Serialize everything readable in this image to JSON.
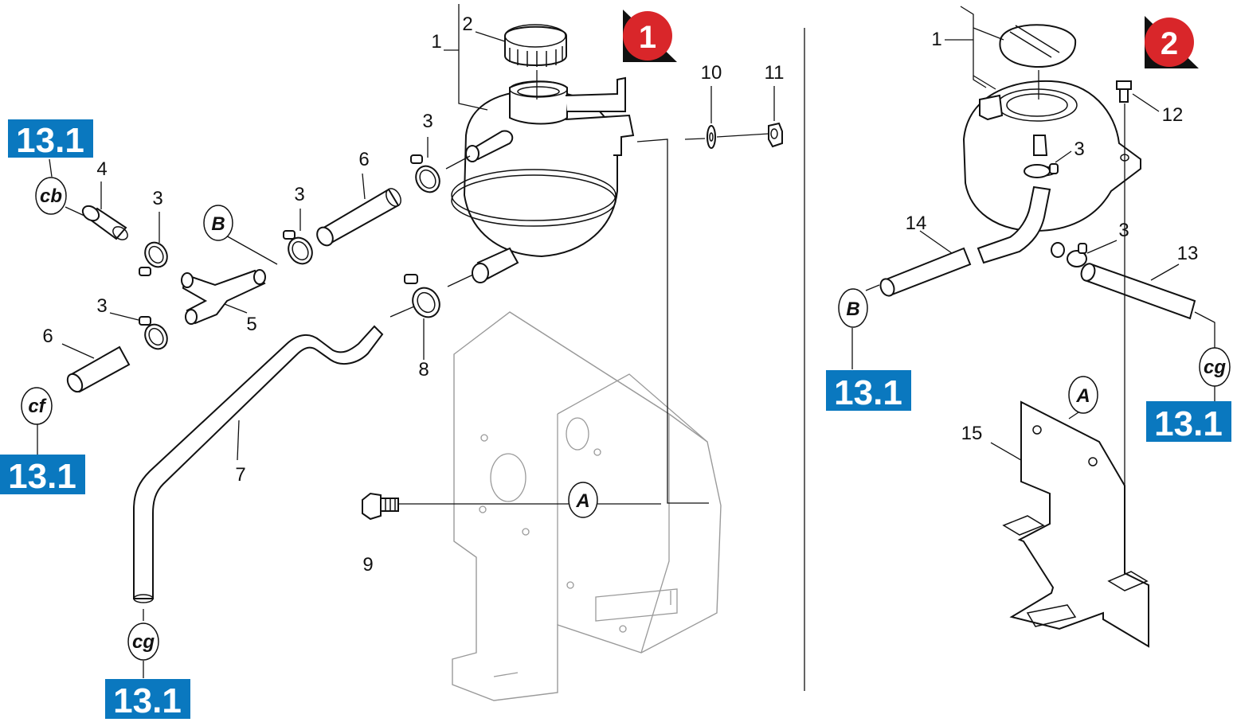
{
  "views": [
    {
      "id": "view-1",
      "marker": "1",
      "part_labels": [
        {
          "key": "p1",
          "text": "1"
        },
        {
          "key": "p2",
          "text": "2"
        },
        {
          "key": "p3a",
          "text": "3"
        },
        {
          "key": "p3b",
          "text": "3"
        },
        {
          "key": "p3c",
          "text": "3"
        },
        {
          "key": "p3d",
          "text": "3"
        },
        {
          "key": "p4",
          "text": "4"
        },
        {
          "key": "p5",
          "text": "5"
        },
        {
          "key": "p6a",
          "text": "6"
        },
        {
          "key": "p6b",
          "text": "6"
        },
        {
          "key": "p7",
          "text": "7"
        },
        {
          "key": "p8",
          "text": "8"
        },
        {
          "key": "p9",
          "text": "9"
        },
        {
          "key": "p10",
          "text": "10"
        },
        {
          "key": "p11",
          "text": "11"
        }
      ],
      "connectors": [
        {
          "key": "cb",
          "text": "cb"
        },
        {
          "key": "cf",
          "text": "cf"
        },
        {
          "key": "cg",
          "text": "cg"
        },
        {
          "key": "B",
          "text": "B"
        },
        {
          "key": "A",
          "text": "A"
        }
      ],
      "section_refs": [
        {
          "key": "ref-cb",
          "text": "13.1"
        },
        {
          "key": "ref-cf",
          "text": "13.1"
        },
        {
          "key": "ref-cg",
          "text": "13.1"
        }
      ]
    },
    {
      "id": "view-2",
      "marker": "2",
      "part_labels": [
        {
          "key": "q1",
          "text": "1"
        },
        {
          "key": "q3a",
          "text": "3"
        },
        {
          "key": "q3b",
          "text": "3"
        },
        {
          "key": "q12",
          "text": "12"
        },
        {
          "key": "q13",
          "text": "13"
        },
        {
          "key": "q14",
          "text": "14"
        },
        {
          "key": "q15",
          "text": "15"
        }
      ],
      "connectors": [
        {
          "key": "B",
          "text": "B"
        },
        {
          "key": "cg",
          "text": "cg"
        },
        {
          "key": "A",
          "text": "A"
        }
      ],
      "section_refs": [
        {
          "key": "ref-B",
          "text": "13.1"
        },
        {
          "key": "ref-cg",
          "text": "13.1"
        }
      ]
    }
  ],
  "colors": {
    "badge": "#0a78bf",
    "marker": "#d9262a",
    "ink": "#111111",
    "frame": "#9a9a9a"
  }
}
